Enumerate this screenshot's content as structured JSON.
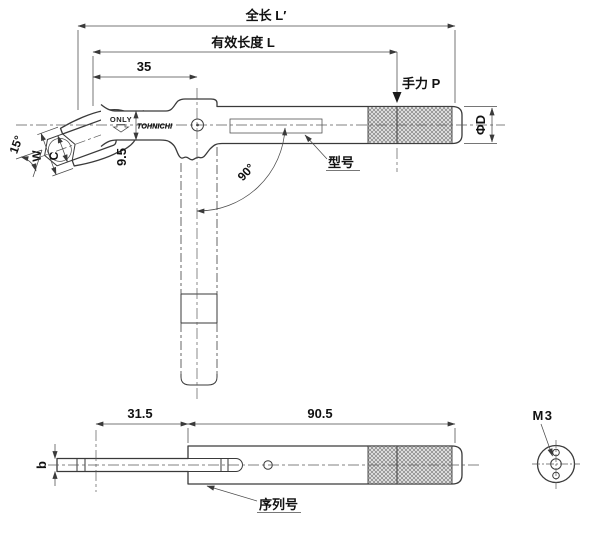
{
  "top_view": {
    "dim_total_length": "全长 L′",
    "dim_effective_length": "有效长度 L",
    "dim_head_offset": "35",
    "hand_force_label": "手力 P",
    "handle_diameter_label": "ΦD",
    "head_width_label": "W",
    "jaw_opening_label": "C",
    "head_angle_label": "15°",
    "head_marking_only": "ONLY",
    "brand_marking": "TOHNICHI",
    "dim_beam_height": "9.5",
    "swing_angle_label": "90°",
    "model_callout": "型号"
  },
  "bottom_view": {
    "dim_head_section": "31.5",
    "dim_handle_section": "90.5",
    "beam_thickness_label": "b",
    "serial_callout": "序列号"
  },
  "end_view": {
    "thread_callout": "M3"
  },
  "colors": {
    "line": "#3a3a3a",
    "background": "#ffffff"
  }
}
